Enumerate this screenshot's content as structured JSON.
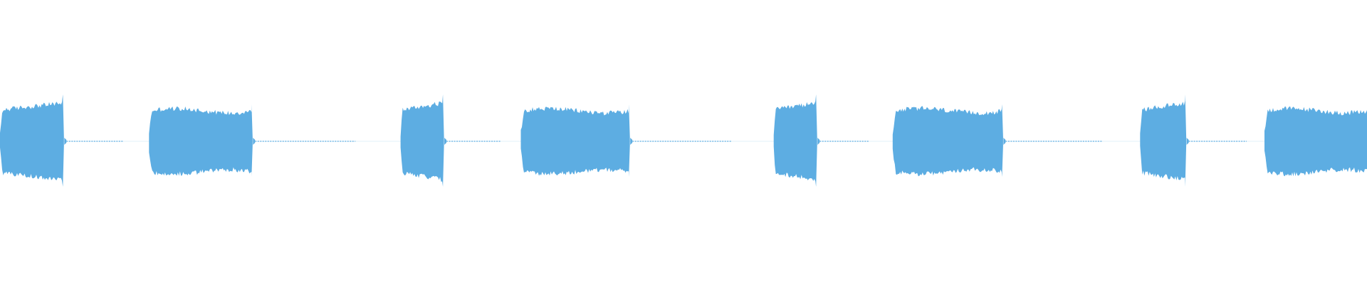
{
  "waveform": {
    "color": "#5dade2",
    "background": "#ffffff",
    "segments": [
      {
        "start": 0.0,
        "end": 0.046,
        "shape": "swell"
      },
      {
        "start": 0.109,
        "end": 0.184,
        "shape": "flat"
      },
      {
        "start": 0.293,
        "end": 0.324,
        "shape": "swell"
      },
      {
        "start": 0.381,
        "end": 0.46,
        "shape": "flat"
      },
      {
        "start": 0.566,
        "end": 0.597,
        "shape": "swell"
      },
      {
        "start": 0.653,
        "end": 0.733,
        "shape": "flat"
      },
      {
        "start": 0.834,
        "end": 0.867,
        "shape": "swell"
      },
      {
        "start": 0.925,
        "end": 1.0,
        "shape": "flat"
      }
    ],
    "tails": [
      {
        "start": 0.046,
        "end": 0.09
      },
      {
        "start": 0.184,
        "end": 0.26
      },
      {
        "start": 0.324,
        "end": 0.366
      },
      {
        "start": 0.46,
        "end": 0.535
      },
      {
        "start": 0.597,
        "end": 0.636
      },
      {
        "start": 0.733,
        "end": 0.806
      },
      {
        "start": 0.867,
        "end": 0.912
      }
    ]
  }
}
